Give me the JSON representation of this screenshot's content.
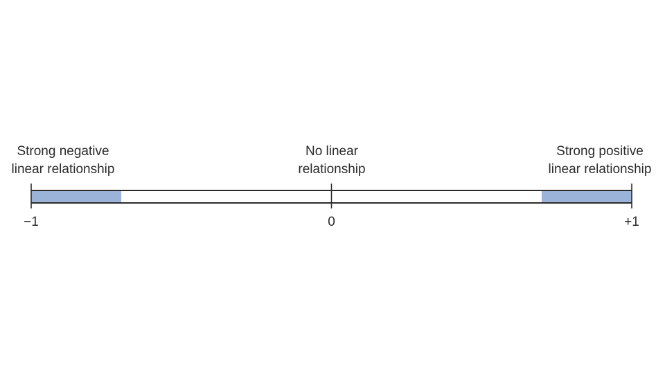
{
  "colors": {
    "band_fill": "#9bb3d9",
    "line": "#2b2b2b"
  },
  "scale": {
    "min": -1,
    "max": 1,
    "ticks": [
      {
        "value": -1,
        "label": "−1"
      },
      {
        "value": 0,
        "label": "0"
      },
      {
        "value": 1,
        "label": "+1"
      }
    ],
    "shaded_ranges": [
      {
        "from": -1,
        "to": -0.7
      },
      {
        "from": 0.7,
        "to": 1
      }
    ]
  },
  "labels": {
    "negative": {
      "line1": "Strong negative",
      "line2": "linear relationship"
    },
    "none": {
      "line1": "No linear",
      "line2": "relationship"
    },
    "positive": {
      "line1": "Strong positive",
      "line2": "linear relationship"
    }
  }
}
